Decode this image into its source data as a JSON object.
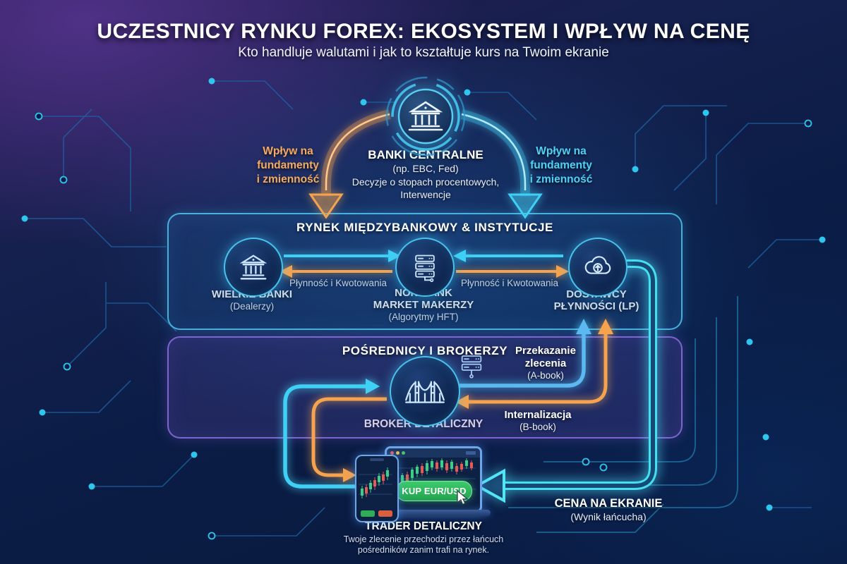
{
  "header": {
    "title": "UCZESTNICY RYNKU FOREX: EKOSYSTEM I WPŁYW NA CENĘ",
    "subtitle": "Kto handluje walutami i jak to kształtuje kurs na Twoim ekranie"
  },
  "central_bank": {
    "name": "BANKI CENTRALNE",
    "examples": "(np. EBC, Fed)",
    "desc_line1": "Decyzje o stopach procentowych,",
    "desc_line2": "Interwencje"
  },
  "influence_left": {
    "lines": [
      "Wpływ na",
      "fundamenty",
      "i zmienność"
    ]
  },
  "influence_right": {
    "lines": [
      "Wpływ na",
      "fundamenty",
      "i zmienność"
    ]
  },
  "interbank": {
    "title": "RYNEK MIĘDZYBANKOWY & INSTYTUCJE",
    "flow_left": "Płynność i Kwotowania",
    "flow_right": "Płynność i Kwotowania",
    "nodes": [
      {
        "lines": [
          "WIELKIE BANKI"
        ],
        "sub": "(Dealerzy)",
        "icon": "bank-icon"
      },
      {
        "lines": [
          "NON-BANK",
          "MARKET MAKERZY"
        ],
        "sub": "(Algorytmy HFT)",
        "icon": "server-icon"
      },
      {
        "lines": [
          "DOSTAWCY",
          "PŁYNNOŚCI (LP)"
        ],
        "sub": "",
        "icon": "cloud-upload-icon"
      }
    ]
  },
  "brokers": {
    "title": "POŚREDNICY I BROKERZY",
    "broker_name": "BROKER DETALICZNY",
    "abook": {
      "lines": [
        "Przekazanie",
        "zlecenia"
      ],
      "sub": "(A-book)"
    },
    "bbook": {
      "lines": [
        "Internalizacja"
      ],
      "sub": "(B-book)"
    }
  },
  "trader": {
    "name": "TRADER DETALICZNY",
    "caption_line1": "Twoje zlecenie przechodzi przez łańcuch",
    "caption_line2": "pośredników zanim trafi na rynek.",
    "buy_button": "KUP EUR/USD"
  },
  "price_chain": {
    "title": "CENA NA EKRANIE",
    "sub": "(Wynik łańcucha)"
  },
  "colors": {
    "cyan": "#3fd0f5",
    "orange": "#f5a34f",
    "green_button": "#2db559",
    "interbank_border": "#4ec8ee",
    "brokers_border": "#8e70e2",
    "background_navy": "#0b1d46",
    "background_purple": "#3b2868"
  }
}
